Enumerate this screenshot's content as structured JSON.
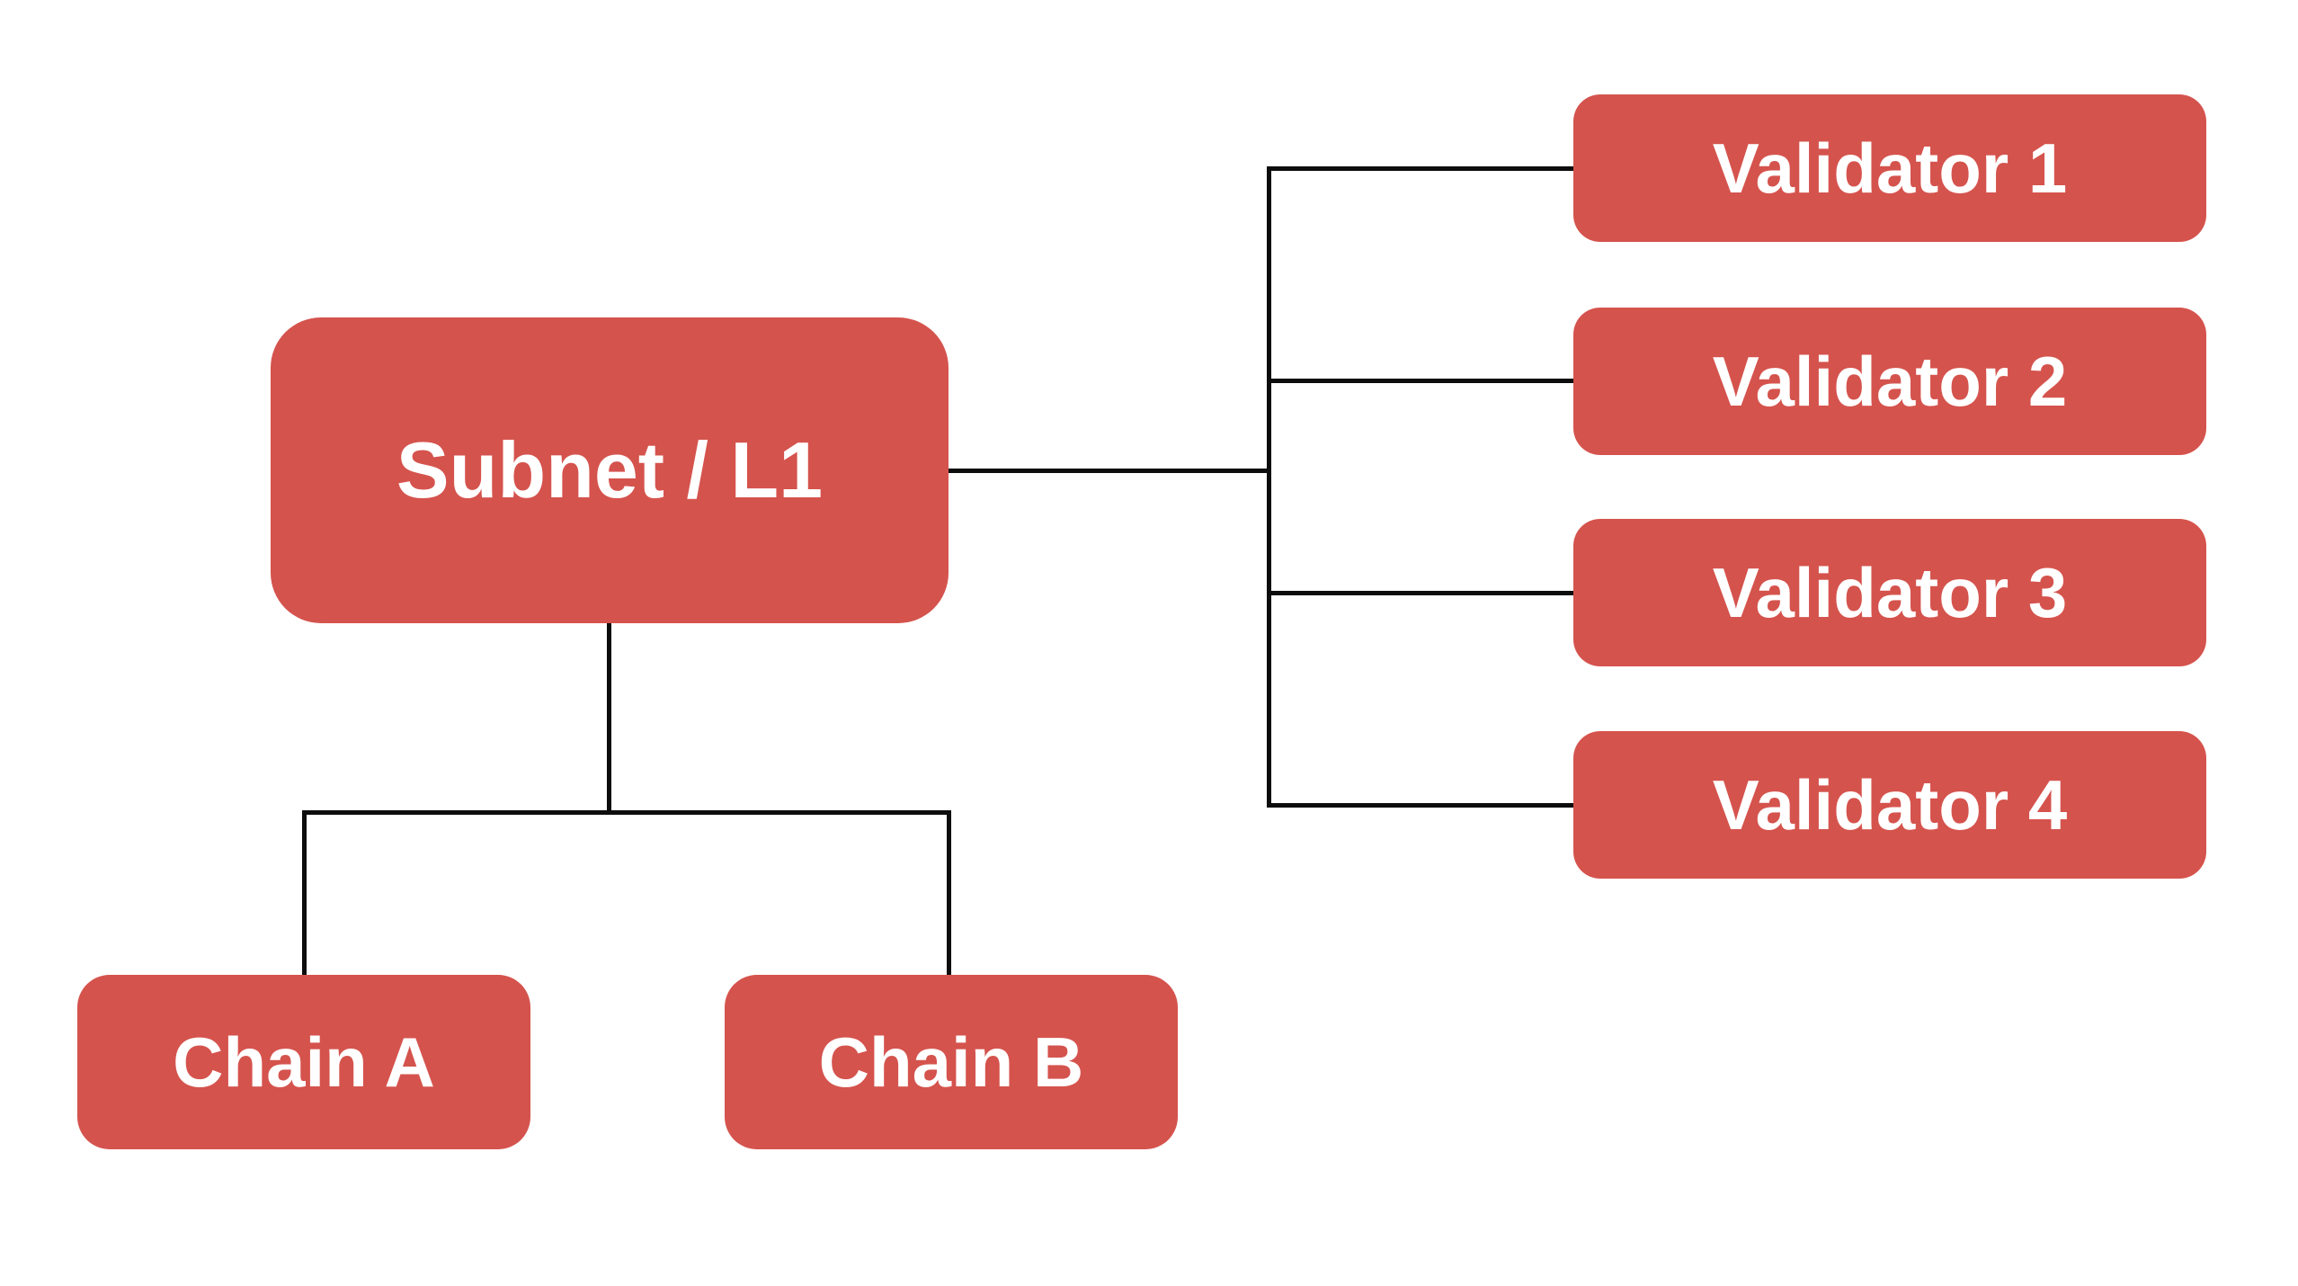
{
  "diagram": {
    "nodes": {
      "subnet": {
        "label": "Subnet / L1"
      },
      "chain_a": {
        "label": "Chain A"
      },
      "chain_b": {
        "label": "Chain B"
      },
      "validators": [
        {
          "label": "Validator 1"
        },
        {
          "label": "Validator 2"
        },
        {
          "label": "Validator 3"
        },
        {
          "label": "Validator 4"
        }
      ]
    },
    "edges": [
      {
        "from": "Subnet / L1",
        "to": "Validator 1"
      },
      {
        "from": "Subnet / L1",
        "to": "Validator 2"
      },
      {
        "from": "Subnet / L1",
        "to": "Validator 3"
      },
      {
        "from": "Subnet / L1",
        "to": "Validator 4"
      },
      {
        "from": "Subnet / L1",
        "to": "Chain A"
      },
      {
        "from": "Subnet / L1",
        "to": "Chain B"
      }
    ],
    "colors": {
      "node_fill": "#d5534d",
      "node_text": "#ffffff",
      "connector": "#0d0d0d",
      "background": "#ffffff"
    }
  }
}
